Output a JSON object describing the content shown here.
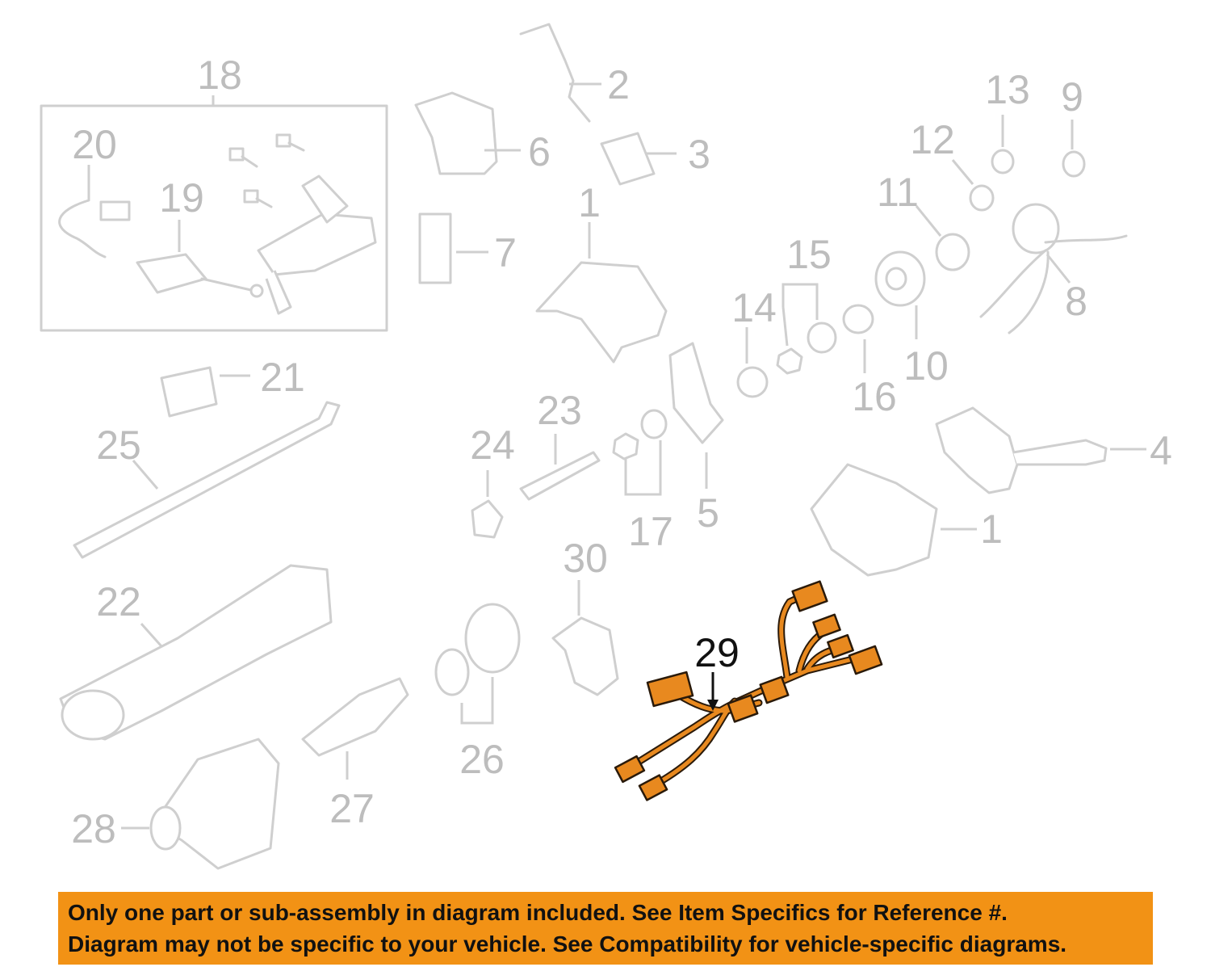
{
  "diagram": {
    "callouts": [
      {
        "id": "1a",
        "label": "1"
      },
      {
        "id": "1b",
        "label": "1"
      },
      {
        "id": "2",
        "label": "2"
      },
      {
        "id": "3",
        "label": "3"
      },
      {
        "id": "4",
        "label": "4"
      },
      {
        "id": "5",
        "label": "5"
      },
      {
        "id": "6",
        "label": "6"
      },
      {
        "id": "7",
        "label": "7"
      },
      {
        "id": "8",
        "label": "8"
      },
      {
        "id": "9",
        "label": "9"
      },
      {
        "id": "10",
        "label": "10"
      },
      {
        "id": "11",
        "label": "11"
      },
      {
        "id": "12",
        "label": "12"
      },
      {
        "id": "13",
        "label": "13"
      },
      {
        "id": "14",
        "label": "14"
      },
      {
        "id": "15",
        "label": "15"
      },
      {
        "id": "16",
        "label": "16"
      },
      {
        "id": "17",
        "label": "17"
      },
      {
        "id": "18",
        "label": "18"
      },
      {
        "id": "19",
        "label": "19"
      },
      {
        "id": "20",
        "label": "20"
      },
      {
        "id": "21",
        "label": "21"
      },
      {
        "id": "22",
        "label": "22"
      },
      {
        "id": "23",
        "label": "23"
      },
      {
        "id": "24",
        "label": "24"
      },
      {
        "id": "25",
        "label": "25"
      },
      {
        "id": "26",
        "label": "26"
      },
      {
        "id": "27",
        "label": "27"
      },
      {
        "id": "28",
        "label": "28"
      },
      {
        "id": "29",
        "label": "29"
      },
      {
        "id": "30",
        "label": "30"
      }
    ],
    "highlighted_part": "29",
    "highlight_color": "#e8891f",
    "ghost_color": "#cfcfcf"
  },
  "notice": {
    "line1": "Only one part or sub-assembly in diagram included. See Item Specifics for Reference #.",
    "line2": "Diagram may not be specific to your vehicle. See Compatibility for vehicle-specific diagrams.",
    "background": "#f29215"
  }
}
